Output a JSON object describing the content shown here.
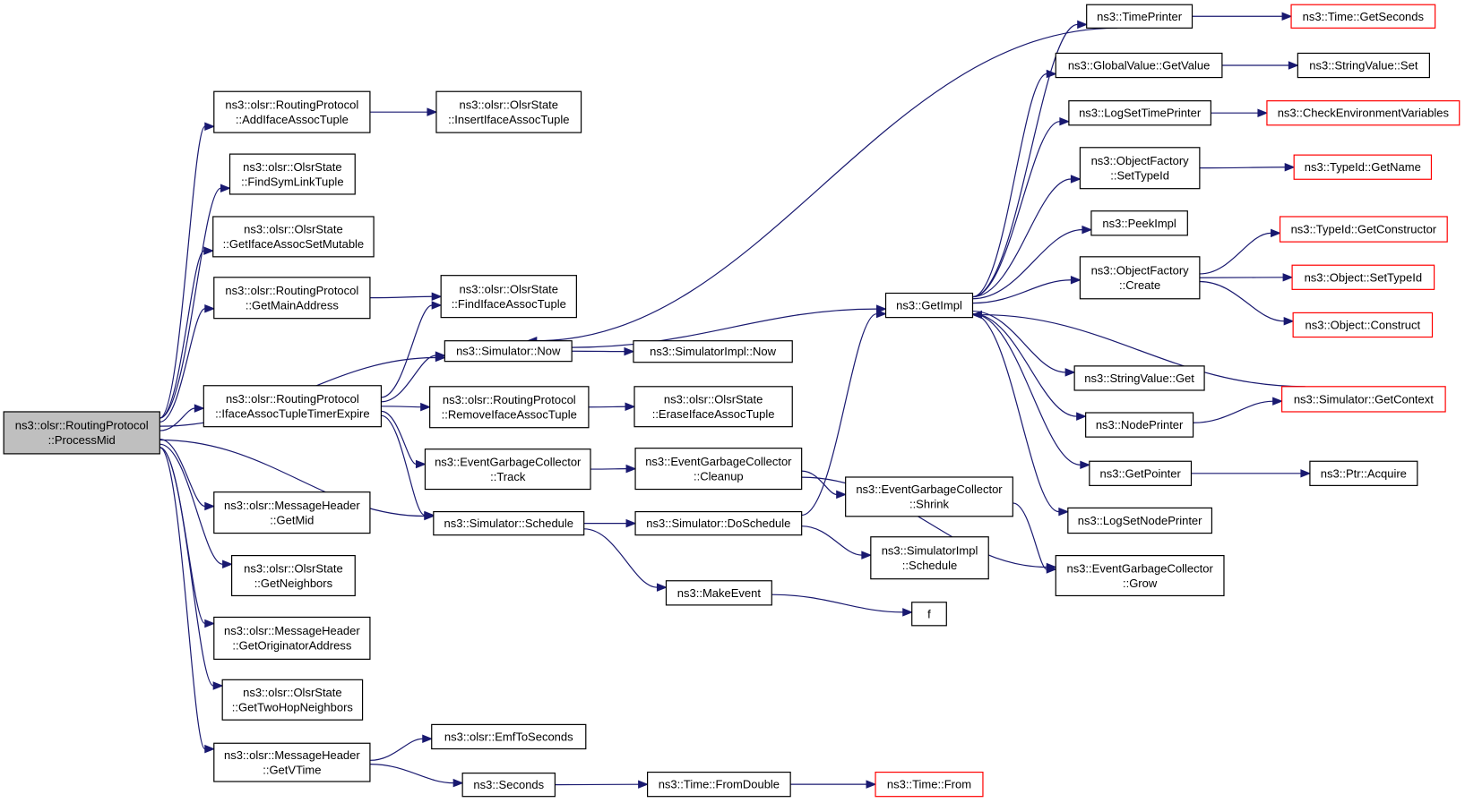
{
  "colors": {
    "edge": "#191970",
    "box_border": "#000000",
    "box_border_truncated": "#ff0000",
    "root_fill": "#bfbfbf",
    "box_fill": "#ffffff"
  },
  "nodes": [
    {
      "id": "processmid",
      "lines": [
        "ns3::olsr::RoutingProtocol",
        "::ProcessMid"
      ],
      "style": "root"
    },
    {
      "id": "addiface",
      "lines": [
        "ns3::olsr::RoutingProtocol",
        "::AddIfaceAssocTuple"
      ],
      "style": "normal"
    },
    {
      "id": "insertiface",
      "lines": [
        "ns3::olsr::OlsrState",
        "::InsertIfaceAssocTuple"
      ],
      "style": "normal"
    },
    {
      "id": "findsymlink",
      "lines": [
        "ns3::olsr::OlsrState",
        "::FindSymLinkTuple"
      ],
      "style": "normal"
    },
    {
      "id": "getifaceset",
      "lines": [
        "ns3::olsr::OlsrState",
        "::GetIfaceAssocSetMutable"
      ],
      "style": "normal"
    },
    {
      "id": "getmainaddr",
      "lines": [
        "ns3::olsr::RoutingProtocol",
        "::GetMainAddress"
      ],
      "style": "normal"
    },
    {
      "id": "findiface",
      "lines": [
        "ns3::olsr::OlsrState",
        "::FindIfaceAssocTuple"
      ],
      "style": "normal"
    },
    {
      "id": "simnow",
      "lines": [
        "ns3::Simulator::Now"
      ],
      "style": "normal"
    },
    {
      "id": "simimplnow",
      "lines": [
        "ns3::SimulatorImpl::Now"
      ],
      "style": "normal"
    },
    {
      "id": "ifaceexpire",
      "lines": [
        "ns3::olsr::RoutingProtocol",
        "::IfaceAssocTupleTimerExpire"
      ],
      "style": "normal"
    },
    {
      "id": "removeiface",
      "lines": [
        "ns3::olsr::RoutingProtocol",
        "::RemoveIfaceAssocTuple"
      ],
      "style": "normal"
    },
    {
      "id": "eraseiface",
      "lines": [
        "ns3::olsr::OlsrState",
        "::EraseIfaceAssocTuple"
      ],
      "style": "normal"
    },
    {
      "id": "egctrack",
      "lines": [
        "ns3::EventGarbageCollector",
        "::Track"
      ],
      "style": "normal"
    },
    {
      "id": "egccleanup",
      "lines": [
        "ns3::EventGarbageCollector",
        "::Cleanup"
      ],
      "style": "normal"
    },
    {
      "id": "egcshrink",
      "lines": [
        "ns3::EventGarbageCollector",
        "::Shrink"
      ],
      "style": "normal"
    },
    {
      "id": "egcgrow",
      "lines": [
        "ns3::EventGarbageCollector",
        "::Grow"
      ],
      "style": "normal"
    },
    {
      "id": "simschedule",
      "lines": [
        "ns3::Simulator::Schedule"
      ],
      "style": "normal"
    },
    {
      "id": "simdoschedule",
      "lines": [
        "ns3::Simulator::DoSchedule"
      ],
      "style": "normal"
    },
    {
      "id": "simimplschedule",
      "lines": [
        "ns3::SimulatorImpl",
        "::Schedule"
      ],
      "style": "normal"
    },
    {
      "id": "makeevent",
      "lines": [
        "ns3::MakeEvent"
      ],
      "style": "normal"
    },
    {
      "id": "f",
      "lines": [
        "f"
      ],
      "style": "normal"
    },
    {
      "id": "getmid",
      "lines": [
        "ns3::olsr::MessageHeader",
        "::GetMid"
      ],
      "style": "normal"
    },
    {
      "id": "getneighbors",
      "lines": [
        "ns3::olsr::OlsrState",
        "::GetNeighbors"
      ],
      "style": "normal"
    },
    {
      "id": "getorig",
      "lines": [
        "ns3::olsr::MessageHeader",
        "::GetOriginatorAddress"
      ],
      "style": "normal"
    },
    {
      "id": "gettwohop",
      "lines": [
        "ns3::olsr::OlsrState",
        "::GetTwoHopNeighbors"
      ],
      "style": "normal"
    },
    {
      "id": "getvtime",
      "lines": [
        "ns3::olsr::MessageHeader",
        "::GetVTime"
      ],
      "style": "normal"
    },
    {
      "id": "emftosec",
      "lines": [
        "ns3::olsr::EmfToSeconds"
      ],
      "style": "normal"
    },
    {
      "id": "seconds",
      "lines": [
        "ns3::Seconds"
      ],
      "style": "normal"
    },
    {
      "id": "fromdouble",
      "lines": [
        "ns3::Time::FromDouble"
      ],
      "style": "normal"
    },
    {
      "id": "timefrom",
      "lines": [
        "ns3::Time::From"
      ],
      "style": "truncated"
    },
    {
      "id": "getimpl",
      "lines": [
        "ns3::GetImpl"
      ],
      "style": "normal"
    },
    {
      "id": "timeprinter",
      "lines": [
        "ns3::TimePrinter"
      ],
      "style": "normal"
    },
    {
      "id": "getseconds",
      "lines": [
        "ns3::Time::GetSeconds"
      ],
      "style": "truncated"
    },
    {
      "id": "globalgetvalue",
      "lines": [
        "ns3::GlobalValue::GetValue"
      ],
      "style": "normal"
    },
    {
      "id": "stringset",
      "lines": [
        "ns3::StringValue::Set"
      ],
      "style": "normal"
    },
    {
      "id": "logsettime",
      "lines": [
        "ns3::LogSetTimePrinter"
      ],
      "style": "normal"
    },
    {
      "id": "checkenv",
      "lines": [
        "ns3::CheckEnvironmentVariables"
      ],
      "style": "truncated"
    },
    {
      "id": "ofsettypeid",
      "lines": [
        "ns3::ObjectFactory",
        "::SetTypeId"
      ],
      "style": "normal"
    },
    {
      "id": "typeidgetname",
      "lines": [
        "ns3::TypeId::GetName"
      ],
      "style": "truncated"
    },
    {
      "id": "peekimpl",
      "lines": [
        "ns3::PeekImpl"
      ],
      "style": "normal"
    },
    {
      "id": "ofcreate",
      "lines": [
        "ns3::ObjectFactory",
        "::Create"
      ],
      "style": "normal"
    },
    {
      "id": "getconstructor",
      "lines": [
        "ns3::TypeId::GetConstructor"
      ],
      "style": "truncated"
    },
    {
      "id": "objsettypeid",
      "lines": [
        "ns3::Object::SetTypeId"
      ],
      "style": "truncated"
    },
    {
      "id": "objconstruct",
      "lines": [
        "ns3::Object::Construct"
      ],
      "style": "truncated"
    },
    {
      "id": "stringget",
      "lines": [
        "ns3::StringValue::Get"
      ],
      "style": "normal"
    },
    {
      "id": "nodeprinter",
      "lines": [
        "ns3::NodePrinter"
      ],
      "style": "normal"
    },
    {
      "id": "getcontext",
      "lines": [
        "ns3::Simulator::GetContext"
      ],
      "style": "truncated"
    },
    {
      "id": "getpointer",
      "lines": [
        "ns3::GetPointer"
      ],
      "style": "normal"
    },
    {
      "id": "ptracquire",
      "lines": [
        "ns3::Ptr::Acquire"
      ],
      "style": "normal"
    },
    {
      "id": "logsetnode",
      "lines": [
        "ns3::LogSetNodePrinter"
      ],
      "style": "normal"
    }
  ],
  "edges": [
    [
      "processmid",
      "addiface"
    ],
    [
      "processmid",
      "findsymlink"
    ],
    [
      "processmid",
      "getifaceset"
    ],
    [
      "processmid",
      "getmainaddr"
    ],
    [
      "processmid",
      "simnow"
    ],
    [
      "processmid",
      "ifaceexpire"
    ],
    [
      "processmid",
      "simschedule"
    ],
    [
      "processmid",
      "getmid"
    ],
    [
      "processmid",
      "getneighbors"
    ],
    [
      "processmid",
      "getorig"
    ],
    [
      "processmid",
      "gettwohop"
    ],
    [
      "processmid",
      "getvtime"
    ],
    [
      "addiface",
      "insertiface"
    ],
    [
      "getmainaddr",
      "findiface"
    ],
    [
      "ifaceexpire",
      "findiface"
    ],
    [
      "ifaceexpire",
      "simnow"
    ],
    [
      "ifaceexpire",
      "removeiface"
    ],
    [
      "ifaceexpire",
      "egctrack"
    ],
    [
      "ifaceexpire",
      "simschedule"
    ],
    [
      "removeiface",
      "eraseiface"
    ],
    [
      "simnow",
      "simimplnow"
    ],
    [
      "simnow",
      "getimpl"
    ],
    [
      "egctrack",
      "egccleanup"
    ],
    [
      "egccleanup",
      "egcshrink"
    ],
    [
      "egccleanup",
      "egcgrow"
    ],
    [
      "egcshrink",
      "egcgrow"
    ],
    [
      "simschedule",
      "simdoschedule"
    ],
    [
      "simschedule",
      "makeevent"
    ],
    [
      "simdoschedule",
      "getimpl"
    ],
    [
      "simdoschedule",
      "simimplschedule"
    ],
    [
      "makeevent",
      "f"
    ],
    [
      "getvtime",
      "emftosec"
    ],
    [
      "getvtime",
      "seconds"
    ],
    [
      "seconds",
      "fromdouble"
    ],
    [
      "fromdouble",
      "timefrom"
    ],
    [
      "getimpl",
      "timeprinter"
    ],
    [
      "getimpl",
      "globalgetvalue"
    ],
    [
      "getimpl",
      "logsettime"
    ],
    [
      "getimpl",
      "ofsettypeid"
    ],
    [
      "getimpl",
      "peekimpl"
    ],
    [
      "getimpl",
      "ofcreate"
    ],
    [
      "getimpl",
      "stringget"
    ],
    [
      "getimpl",
      "nodeprinter"
    ],
    [
      "getimpl",
      "getpointer"
    ],
    [
      "getimpl",
      "logsetnode"
    ],
    [
      "timeprinter",
      "simnow"
    ],
    [
      "timeprinter",
      "getseconds"
    ],
    [
      "globalgetvalue",
      "stringset"
    ],
    [
      "logsettime",
      "checkenv"
    ],
    [
      "ofsettypeid",
      "typeidgetname"
    ],
    [
      "ofcreate",
      "getconstructor"
    ],
    [
      "ofcreate",
      "objsettypeid"
    ],
    [
      "ofcreate",
      "objconstruct"
    ],
    [
      "nodeprinter",
      "getcontext"
    ],
    [
      "getcontext",
      "getimpl"
    ],
    [
      "getpointer",
      "ptracquire"
    ]
  ]
}
